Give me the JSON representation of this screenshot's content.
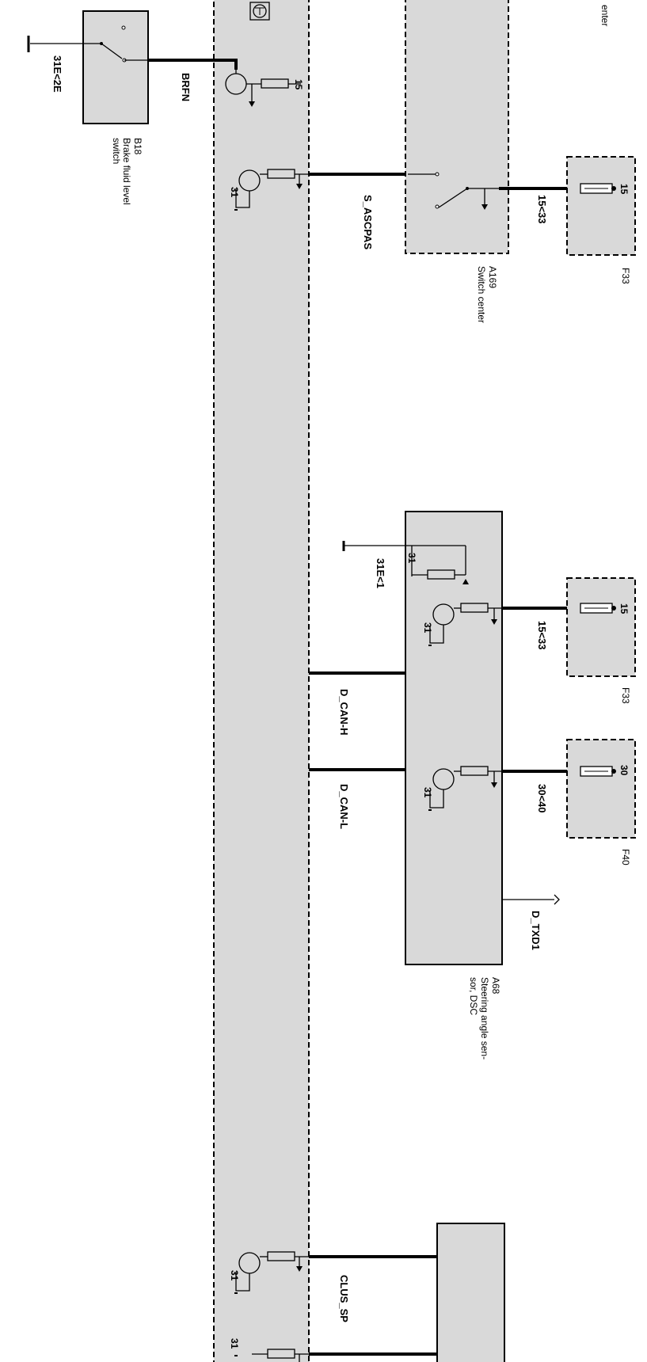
{
  "components": {
    "b18": {
      "id": "B18",
      "caption_1": "Brake fluid level",
      "caption_2": "switch"
    },
    "a169": {
      "id": "A169",
      "caption": "Switch center"
    },
    "a68": {
      "id": "A68",
      "caption_1": "Steering angle sen-",
      "caption_2": "sor, DSC"
    },
    "f33_top": {
      "id": "F33",
      "pin": "15"
    },
    "f33_mid": {
      "id": "F33",
      "pin": "15"
    },
    "f40": {
      "id": "F40",
      "pin": "30"
    },
    "top_right_partial": "enter"
  },
  "wires": {
    "ground_b18": "31E<2E",
    "brfn": "BRFN",
    "s_ascpas": "S_ASCPAS",
    "a169_supply": "15<33",
    "a68_ground": "31E<1",
    "a68_supply_15": "15<33",
    "a68_supply_30": "30<40",
    "can_h": "D_CAN-H",
    "can_l": "D_CAN-L",
    "txd1": "D_TXD1",
    "clus_sp": "CLUS_SP"
  },
  "pins": {
    "ecu_brfn": "15",
    "ecu_s_ascpas": "31",
    "a68_ground_pin": "31",
    "a68_t1": "31",
    "a68_t2": "31",
    "ecu_clus": "31",
    "ecu_bottom": "31"
  }
}
